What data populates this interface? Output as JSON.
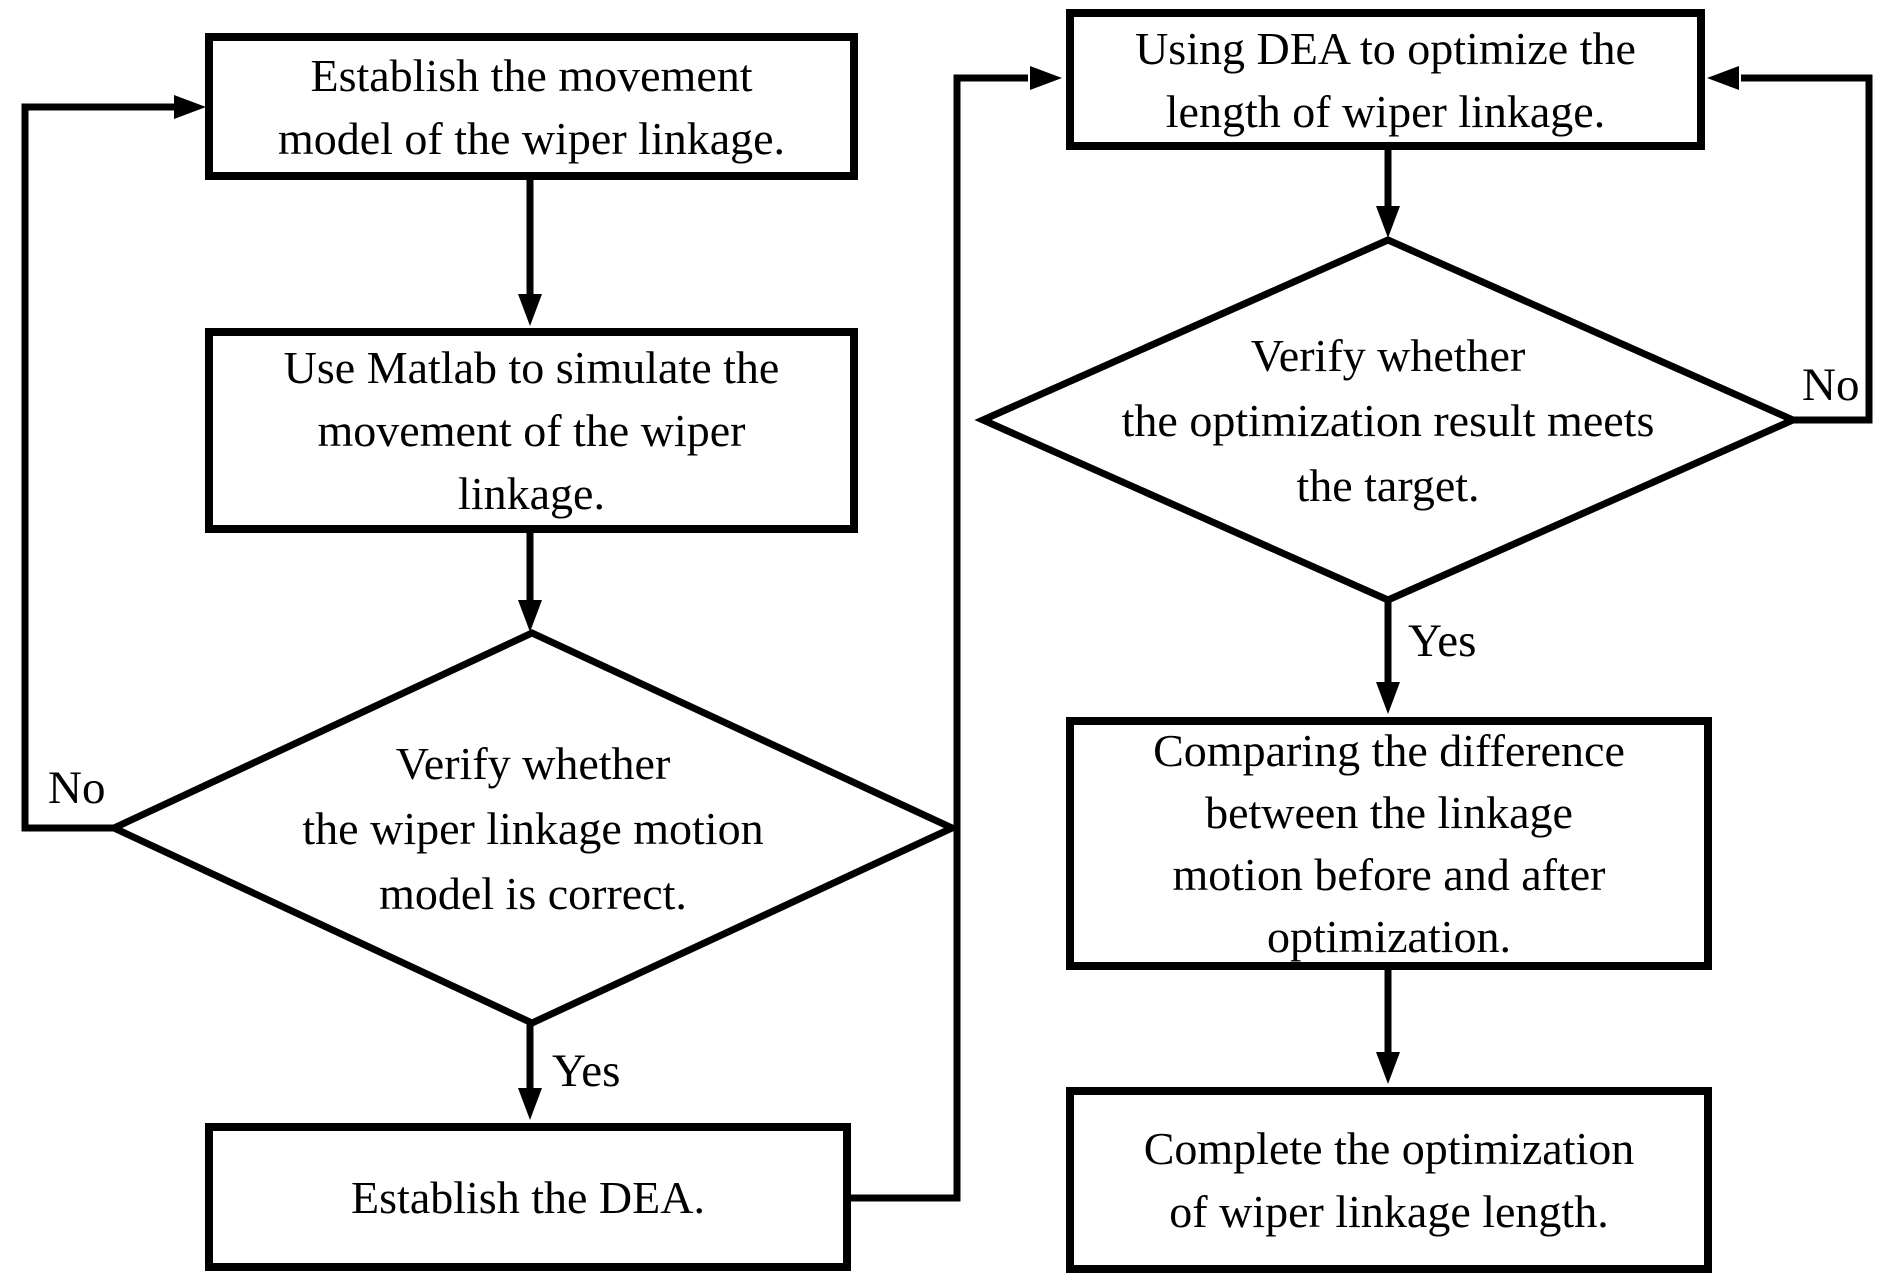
{
  "colors": {
    "line": "#000000",
    "background": "#ffffff",
    "text": "#000000"
  },
  "left_column": {
    "establish_model": {
      "line1": "Establish the movement",
      "line2": "model of the wiper linkage."
    },
    "matlab_sim": {
      "line1": "Use Matlab to simulate the",
      "line2": "movement of the wiper",
      "line3": "linkage."
    },
    "verify_model": {
      "line1": "Verify whether",
      "line2": "the wiper linkage motion",
      "line3": "model is correct."
    },
    "establish_dea": {
      "line1": "Establish the DEA."
    },
    "no_label": "No",
    "yes_label": "Yes"
  },
  "right_column": {
    "using_dea": {
      "line1": "Using DEA to optimize the",
      "line2": "length of wiper linkage."
    },
    "verify_result": {
      "line1": "Verify whether",
      "line2": "the optimization result meets",
      "line3": "the target."
    },
    "comparing": {
      "line1": "Comparing the difference",
      "line2": "between the linkage",
      "line3": "motion before and after",
      "line4": "optimization."
    },
    "complete": {
      "line1": "Complete the optimization",
      "line2": "of wiper linkage length."
    },
    "no_label": "No",
    "yes_label": "Yes"
  }
}
